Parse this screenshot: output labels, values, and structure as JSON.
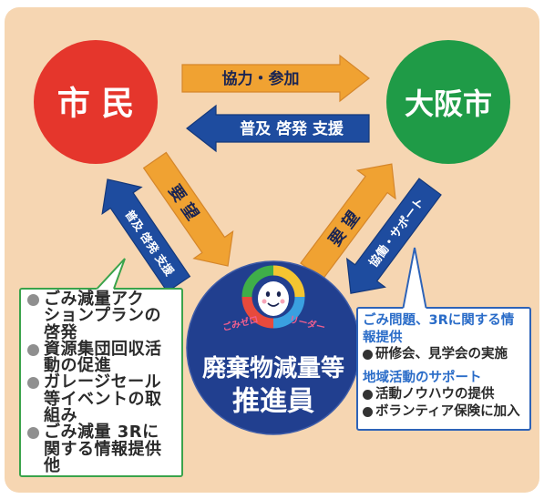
{
  "colors": {
    "panel": "#f6d6b2",
    "citizens_red": "#e5362c",
    "osaka_green": "#1f9b47",
    "promoter_navy": "#213f8f",
    "arrow_orange": "#f0a232",
    "arrow_blue": "#1e4c9f",
    "left_box_border": "#3aa34b",
    "right_box_border": "#2d63b8",
    "heading_blue": "#2a6cc8",
    "logo_text_pink": "#f25f8e"
  },
  "nodes": {
    "citizens": "市 民",
    "osaka_city": "大阪市",
    "promoter": {
      "title_line1": "廃棄物減量等",
      "title_line2": "推進員",
      "logo_icon": "gomi-zero-leader-mascot-icon",
      "logo_text_left": "ごみゼロ",
      "logo_text_right": "リーダー"
    }
  },
  "arrows": {
    "citizens_to_city": "協力・参加",
    "city_to_citizens": "普及 啓発 支援",
    "citizens_to_promoter": "要 望",
    "promoter_to_citizens": "普及 啓発 支援",
    "promoter_to_city": "要 望",
    "city_to_promoter": "協働・サポート"
  },
  "promoter_activities_box": {
    "items": [
      {
        "lines": [
          "ごみ減量アク",
          "ションプランの",
          "啓発"
        ]
      },
      {
        "lines": [
          "資源集団回収活",
          "動の促進"
        ]
      },
      {
        "lines": [
          "ガレージセール",
          "等イベントの取",
          "組み"
        ]
      },
      {
        "lines": [
          "ごみ減量 3Rに",
          "関する情報提供",
          "他"
        ]
      }
    ]
  },
  "city_support_box": {
    "sections": [
      {
        "heading_lines": [
          "ごみ問題、3Rに関する情",
          "報提供"
        ],
        "items": [
          "研修会、見学会の実施"
        ]
      },
      {
        "heading_lines": [
          "地域活動のサポート"
        ],
        "items": [
          "活動ノウハウの提供",
          "ボランティア保険に加入"
        ]
      }
    ]
  }
}
